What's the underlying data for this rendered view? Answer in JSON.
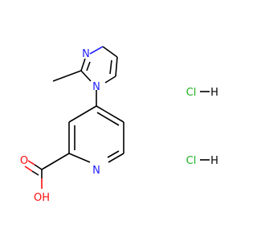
{
  "molecule": {
    "atoms": {
      "n_imidazole_top": "N",
      "n_imidazole_attached": "N",
      "n_pyridine": "N",
      "o_carbonyl": "O",
      "oh_hydroxyl": "OH"
    },
    "salts": [
      {
        "cl": "Cl",
        "h": "H"
      },
      {
        "cl": "Cl",
        "h": "H"
      }
    ]
  },
  "colors": {
    "bond": "#000000",
    "nitrogen": "#2020ff",
    "oxygen": "#ff0d0d",
    "chlorine": "#1fb31f",
    "hydrogen": "#000000"
  }
}
